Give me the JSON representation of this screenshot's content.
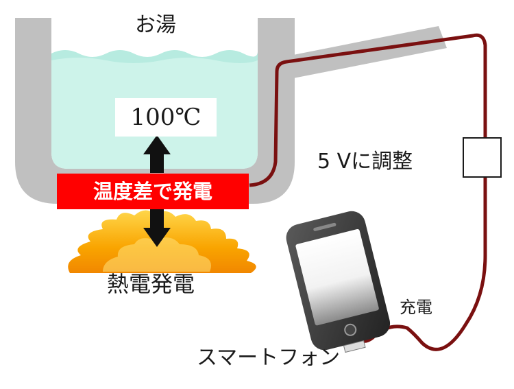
{
  "labels": {
    "hot_water": "お湯",
    "temperature": "100℃",
    "temperature_difference_power": "温度差で発電",
    "thermoelectric_generation": "熱電発電",
    "adjust_to_5v": "5 Vに調整",
    "charging": "充電",
    "smartphone": "スマートフォン"
  },
  "colors": {
    "pot_gray": "#c0c0c0",
    "water": "#cdf3ea",
    "generator_red": "#ff0000",
    "cable": "#7a1010",
    "flame_outer": "#f7a800",
    "flame_inner": "#ffe27a",
    "arrow": "#111111"
  },
  "icons": {
    "heat_arrow": "double-arrow-vertical-icon",
    "flame": "flame-icon",
    "phone": "smartphone-icon"
  }
}
